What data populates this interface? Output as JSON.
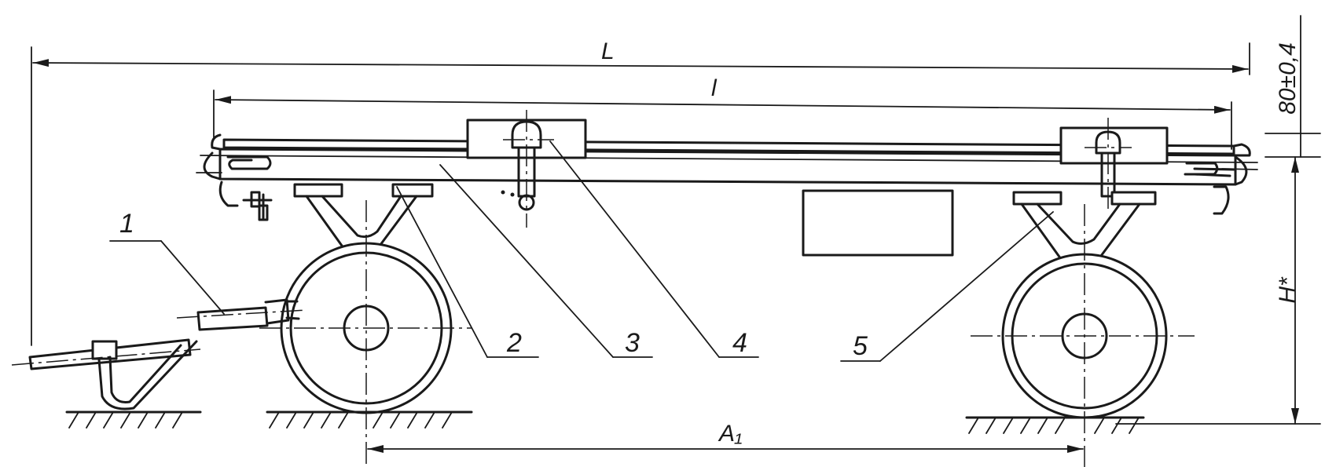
{
  "dimensions": {
    "overall_length": "L",
    "platform_length": "l",
    "height": "H*",
    "tolerance": "80±0,4",
    "axle_base": "A₁"
  },
  "callouts": [
    "1",
    "2",
    "3",
    "4",
    "5"
  ]
}
